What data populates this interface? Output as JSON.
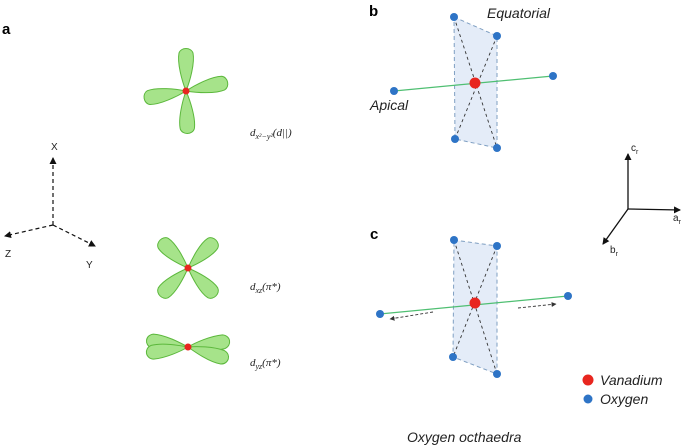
{
  "panels": {
    "a": "a",
    "b": "b",
    "c": "c"
  },
  "axes_xyz": {
    "x": "X",
    "y": "Y",
    "z": "Z"
  },
  "axes_r": {
    "c_base": "c",
    "c_sub": "r",
    "a_base": "a",
    "a_sub": "r",
    "b_base": "b",
    "b_sub": "r"
  },
  "orbitals": {
    "dx2y2": {
      "prefix": "d",
      "sub": "x²−y²",
      "suffix": "(d||)"
    },
    "dxz": {
      "prefix": "d",
      "sub": "xz",
      "suffix": "(π*)"
    },
    "dyz": {
      "prefix": "d",
      "sub": "yz",
      "suffix": "(π*)"
    }
  },
  "octahedron_labels": {
    "equatorial": "Equatorial",
    "apical": "Apical"
  },
  "legend": [
    {
      "label": "Vanadium",
      "color": "#e8261f"
    },
    {
      "label": "Oxygen",
      "color": "#2e74c6"
    }
  ],
  "caption": "Oxygen octhaedra"
}
